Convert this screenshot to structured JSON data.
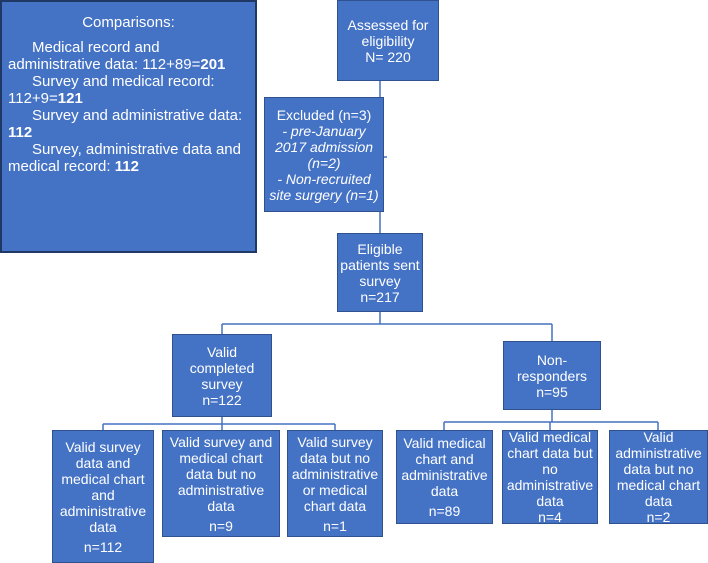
{
  "comparisons": {
    "title": "Comparisons:",
    "items": [
      {
        "text": "Medical record and administrative data: 112+89=",
        "bold": "201"
      },
      {
        "text": "Survey and medical record: 112+9=",
        "bold": "121"
      },
      {
        "text": "Survey and administrative data: ",
        "bold": "112"
      },
      {
        "text": "Survey, administrative data and medical record: ",
        "bold": "112"
      }
    ]
  },
  "assessed": {
    "line1": "Assessed for",
    "line2": "eligibility",
    "line3": "N= 220"
  },
  "excluded": {
    "title": "Excluded  (n=3)",
    "item1_line1": "- pre-January",
    "item1_line2": "2017 admission",
    "item1_line3": "(n=2)",
    "item2_line1": "-  Non-recruited",
    "item2_line2": "site surgery (n=1)"
  },
  "eligible": {
    "line1": "Eligible",
    "line2": "patients sent",
    "line3": "survey",
    "line4": "n=217"
  },
  "valid_completed": {
    "line1": "Valid",
    "line2": "completed",
    "line3": "survey",
    "line4": "n=122"
  },
  "non_responders": {
    "line1": "Non-",
    "line2": "responders",
    "line3": "n=95"
  },
  "leaves": {
    "l1": {
      "lines": [
        "Valid survey",
        "data and",
        "medical chart",
        "and",
        "administrative",
        "data",
        "n=112"
      ]
    },
    "l2": {
      "lines": [
        "Valid survey and",
        "medical chart",
        "data but no",
        "administrative",
        "data",
        "n=9"
      ]
    },
    "l3": {
      "lines": [
        "Valid survey",
        "data but no",
        "administrative",
        "or medical",
        "chart data",
        "n=1"
      ]
    },
    "l4": {
      "lines": [
        "Valid medical",
        "chart and",
        "administrative",
        "data",
        "n=89"
      ]
    },
    "l5": {
      "lines": [
        "Valid medical",
        "chart data but",
        "no",
        "administrative",
        "data",
        "n=4"
      ]
    },
    "l6": {
      "lines": [
        "Valid",
        "administrative",
        "data but no",
        "medical chart",
        "data",
        "n=2"
      ]
    }
  },
  "colors": {
    "box_fill": "#4472c4",
    "box_border": "#2f528f",
    "text": "#ffffff"
  }
}
